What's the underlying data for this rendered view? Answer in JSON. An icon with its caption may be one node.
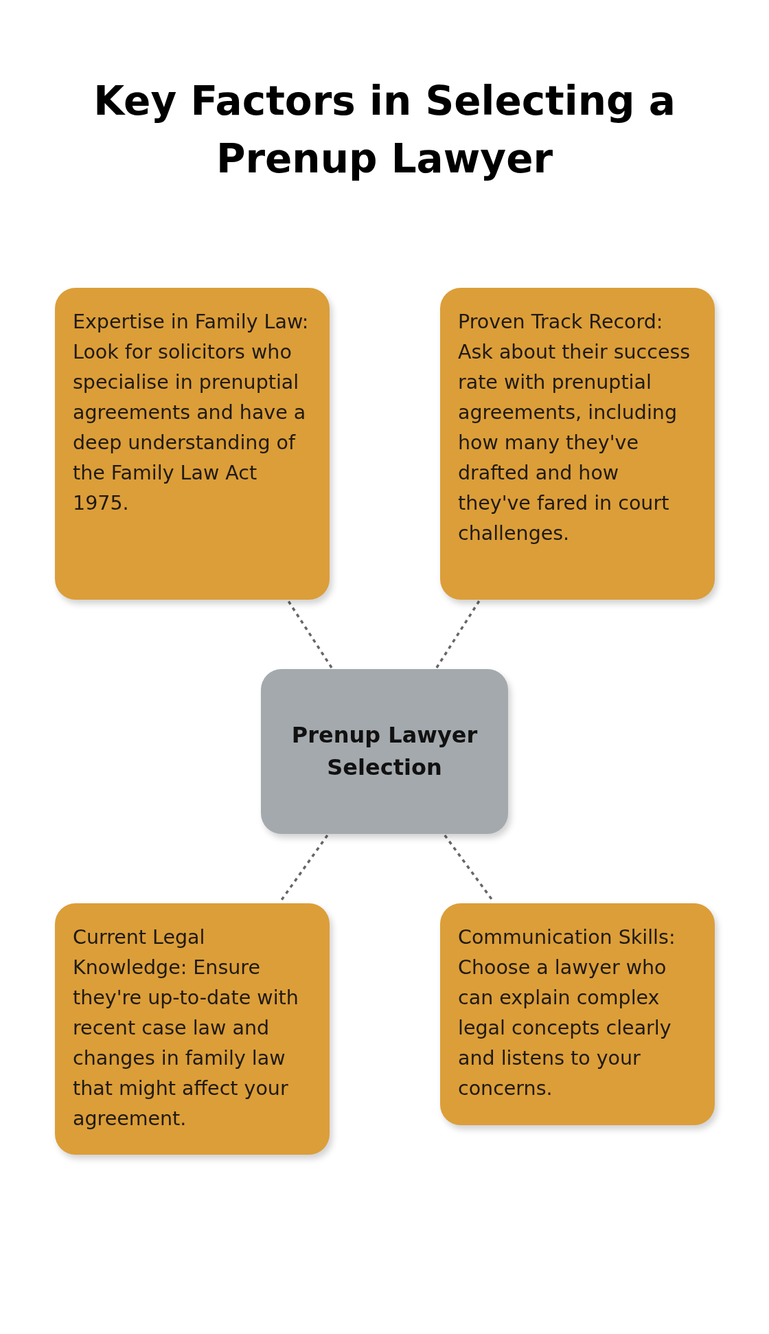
{
  "diagram": {
    "title": "Key Factors in Selecting a Prenup Lawyer",
    "nodes": [
      {
        "text": [
          "Expertise in Family Law: Look for solicitors who specialise in prenuptial agreements and have a deep understanding of the Family Law Act 1975."
        ]
      },
      {
        "text": [
          "Proven Track Record: Ask about their success rate with prenuptial agreements, including how many they've drafted and how they've fared in court challenges."
        ]
      },
      {
        "text": [
          "Prenup Lawyer Selection"
        ]
      },
      {
        "text": [
          "Current Legal Knowledge: Ensure they're up-to-date with recent case law and changes in family law that might affect your agreement."
        ]
      },
      {
        "text": [
          "Communication Skills: Choose a lawyer who can explain complex legal concepts clearly and listens to your concerns."
        ]
      }
    ],
    "edges": [
      {
        "from": 2,
        "to": 0,
        "arrow": "none",
        "style": "dashed"
      },
      {
        "from": 2,
        "to": 1,
        "arrow": "none",
        "style": "dashed"
      },
      {
        "from": 2,
        "to": 3,
        "arrow": "none",
        "style": "dashed"
      },
      {
        "from": 2,
        "to": 4,
        "arrow": "none",
        "style": "dashed"
      }
    ]
  }
}
